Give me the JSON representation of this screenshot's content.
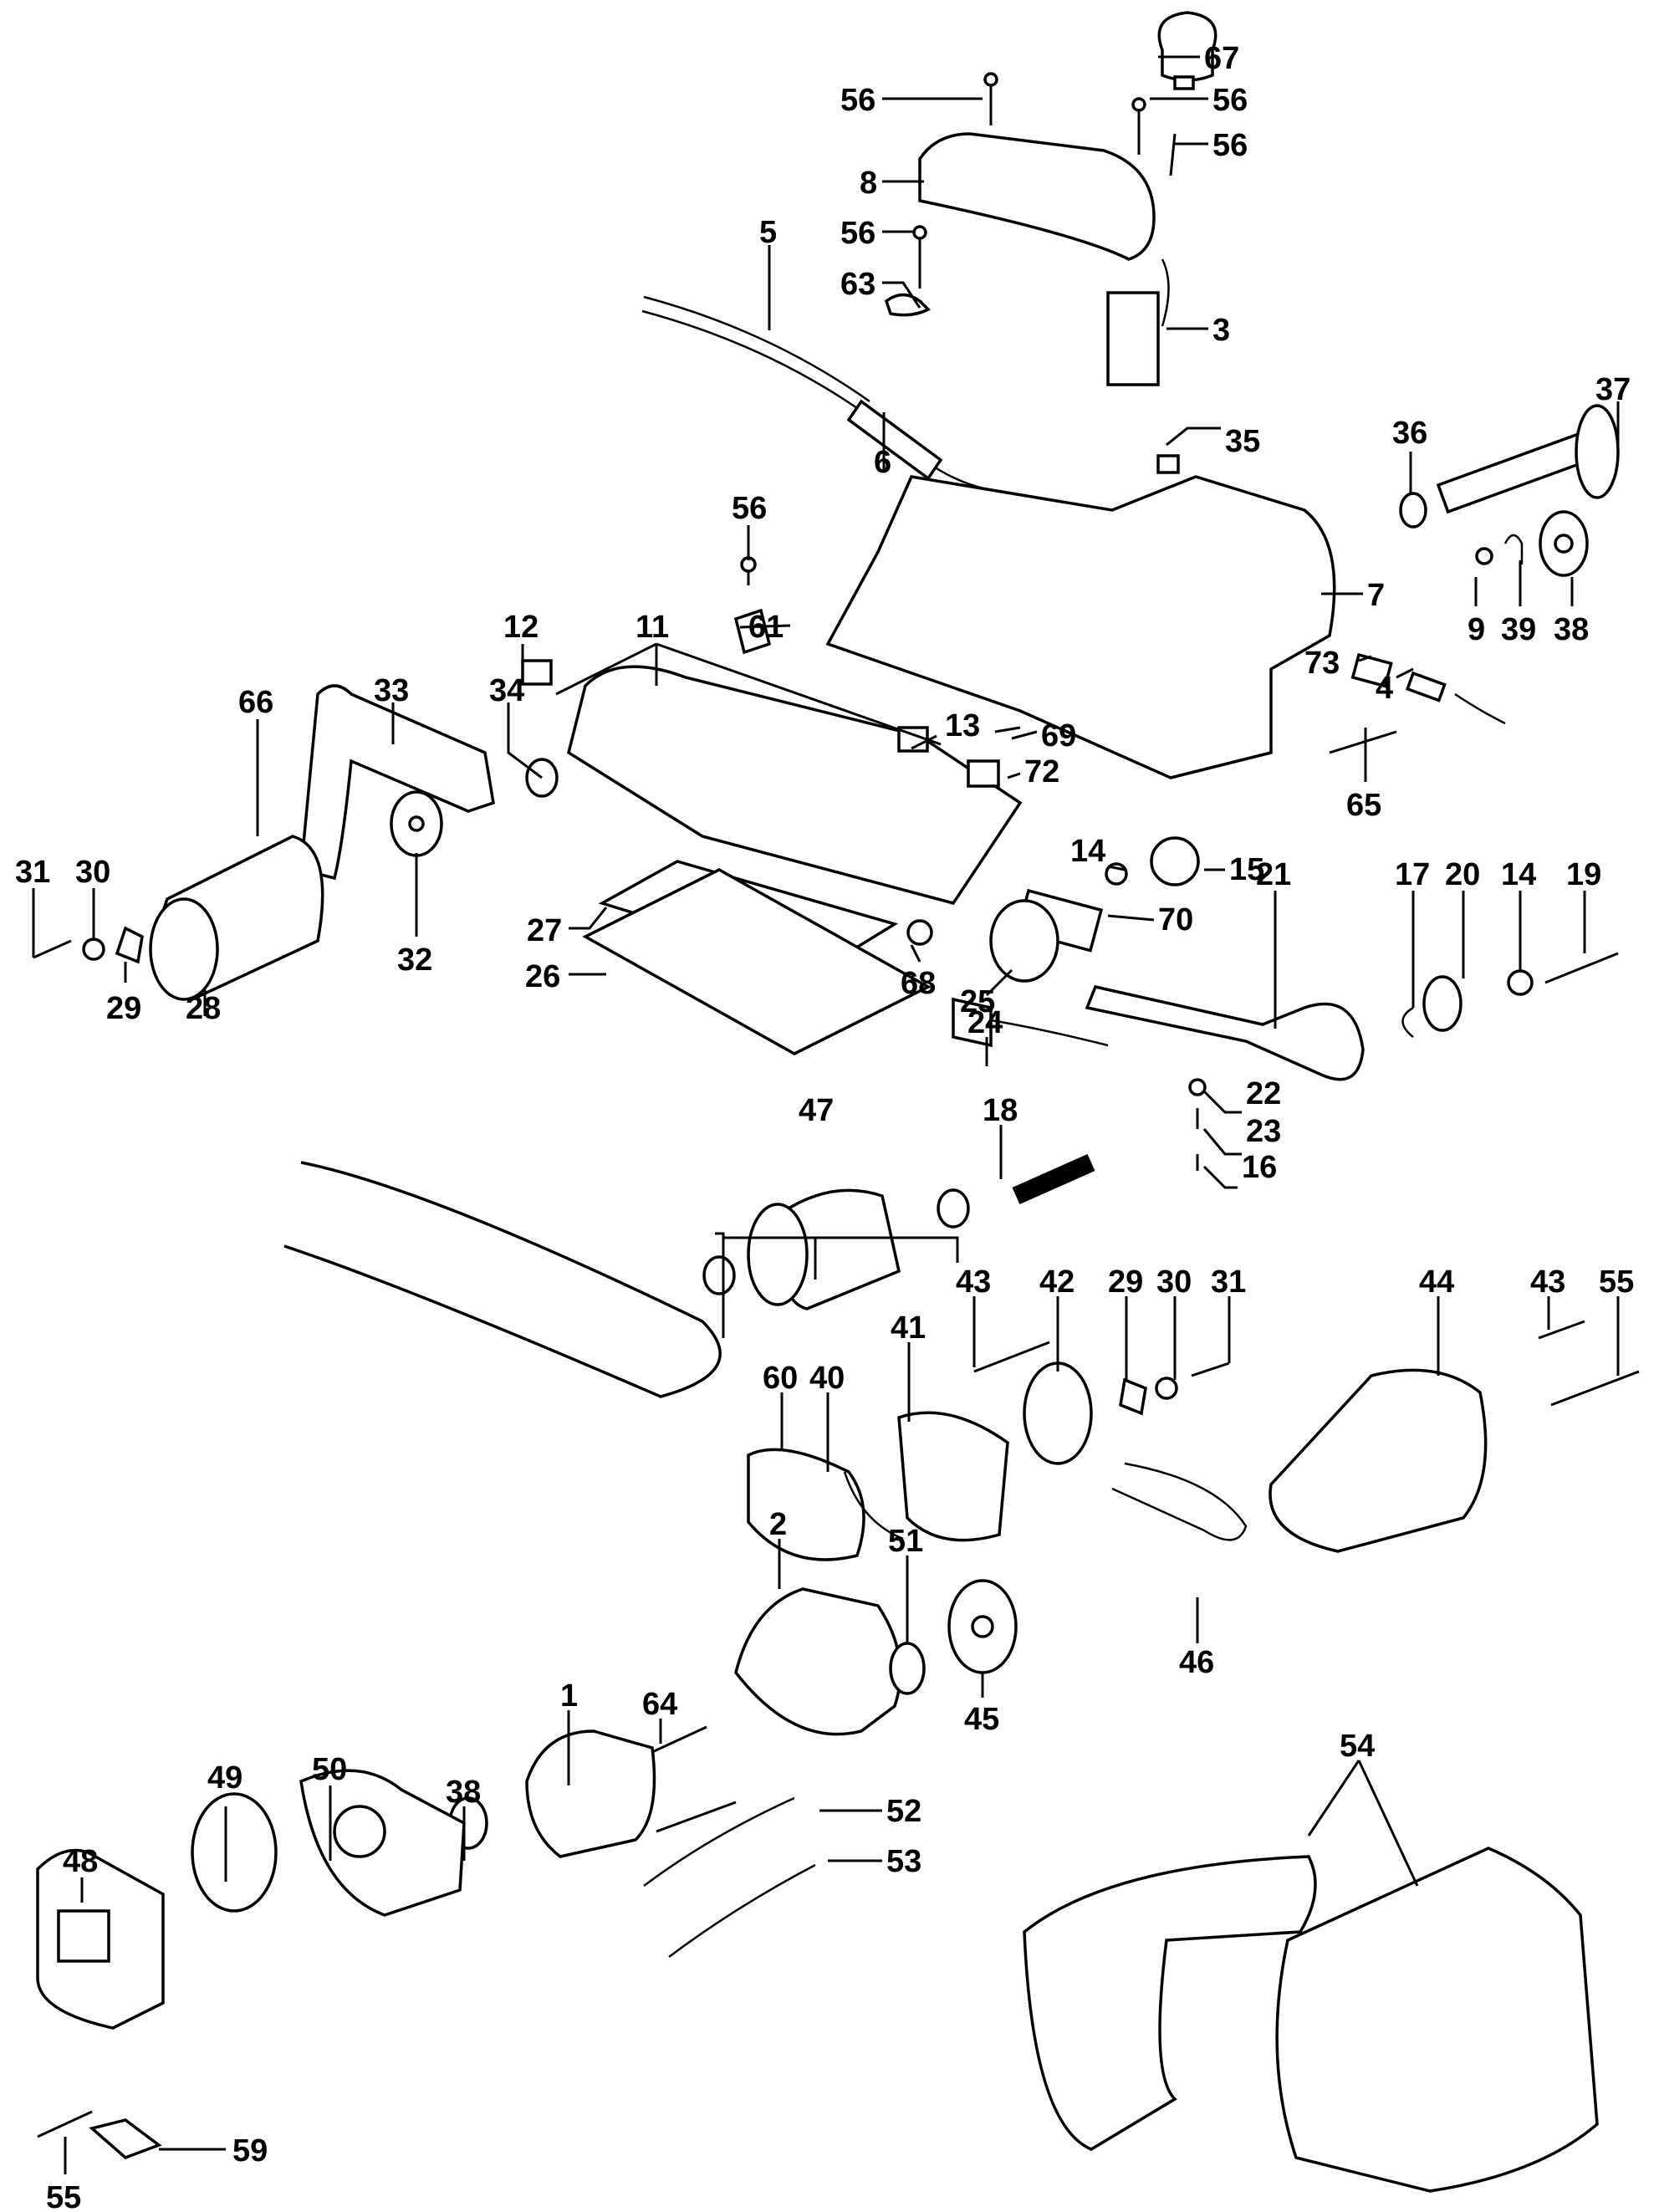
{
  "diagram": {
    "type": "exploded parts diagram",
    "subject": "belt sander",
    "callouts": [
      {
        "id": "67",
        "label": "67"
      },
      {
        "id": "56a",
        "label": "56"
      },
      {
        "id": "56b",
        "label": "56"
      },
      {
        "id": "56c",
        "label": "56"
      },
      {
        "id": "8",
        "label": "8"
      },
      {
        "id": "56d",
        "label": "56"
      },
      {
        "id": "5",
        "label": "5"
      },
      {
        "id": "63",
        "label": "63"
      },
      {
        "id": "3",
        "label": "3"
      },
      {
        "id": "6",
        "label": "6"
      },
      {
        "id": "35",
        "label": "35"
      },
      {
        "id": "37",
        "label": "37"
      },
      {
        "id": "36",
        "label": "36"
      },
      {
        "id": "56e",
        "label": "56"
      },
      {
        "id": "7",
        "label": "7"
      },
      {
        "id": "9",
        "label": "9"
      },
      {
        "id": "39",
        "label": "39"
      },
      {
        "id": "38a",
        "label": "38"
      },
      {
        "id": "61",
        "label": "61"
      },
      {
        "id": "12",
        "label": "12"
      },
      {
        "id": "11",
        "label": "11"
      },
      {
        "id": "73",
        "label": "73"
      },
      {
        "id": "4",
        "label": "4"
      },
      {
        "id": "66",
        "label": "66"
      },
      {
        "id": "33",
        "label": "33"
      },
      {
        "id": "34",
        "label": "34"
      },
      {
        "id": "13",
        "label": "13"
      },
      {
        "id": "69",
        "label": "69"
      },
      {
        "id": "72",
        "label": "72"
      },
      {
        "id": "65",
        "label": "65"
      },
      {
        "id": "14a",
        "label": "14"
      },
      {
        "id": "15",
        "label": "15"
      },
      {
        "id": "31a",
        "label": "31"
      },
      {
        "id": "30a",
        "label": "30"
      },
      {
        "id": "32",
        "label": "32"
      },
      {
        "id": "70",
        "label": "70"
      },
      {
        "id": "21",
        "label": "21"
      },
      {
        "id": "17",
        "label": "17"
      },
      {
        "id": "20",
        "label": "20"
      },
      {
        "id": "14b",
        "label": "14"
      },
      {
        "id": "19",
        "label": "19"
      },
      {
        "id": "27",
        "label": "27"
      },
      {
        "id": "29a",
        "label": "29"
      },
      {
        "id": "28",
        "label": "28"
      },
      {
        "id": "26",
        "label": "26"
      },
      {
        "id": "68",
        "label": "68"
      },
      {
        "id": "25",
        "label": "25"
      },
      {
        "id": "24",
        "label": "24"
      },
      {
        "id": "47",
        "label": "47"
      },
      {
        "id": "18",
        "label": "18"
      },
      {
        "id": "22",
        "label": "22"
      },
      {
        "id": "23",
        "label": "23"
      },
      {
        "id": "16",
        "label": "16"
      },
      {
        "id": "43a",
        "label": "43"
      },
      {
        "id": "42",
        "label": "42"
      },
      {
        "id": "29b",
        "label": "29"
      },
      {
        "id": "30b",
        "label": "30"
      },
      {
        "id": "31b",
        "label": "31"
      },
      {
        "id": "44",
        "label": "44"
      },
      {
        "id": "43b",
        "label": "43"
      },
      {
        "id": "55a",
        "label": "55"
      },
      {
        "id": "41",
        "label": "41"
      },
      {
        "id": "60",
        "label": "60"
      },
      {
        "id": "40",
        "label": "40"
      },
      {
        "id": "46",
        "label": "46"
      },
      {
        "id": "2",
        "label": "2"
      },
      {
        "id": "51",
        "label": "51"
      },
      {
        "id": "64",
        "label": "64"
      },
      {
        "id": "45",
        "label": "45"
      },
      {
        "id": "54",
        "label": "54"
      },
      {
        "id": "1",
        "label": "1"
      },
      {
        "id": "50",
        "label": "50"
      },
      {
        "id": "49",
        "label": "49"
      },
      {
        "id": "38b",
        "label": "38"
      },
      {
        "id": "48",
        "label": "48"
      },
      {
        "id": "52",
        "label": "52"
      },
      {
        "id": "53",
        "label": "53"
      },
      {
        "id": "55b",
        "label": "55"
      },
      {
        "id": "59",
        "label": "59"
      }
    ]
  }
}
